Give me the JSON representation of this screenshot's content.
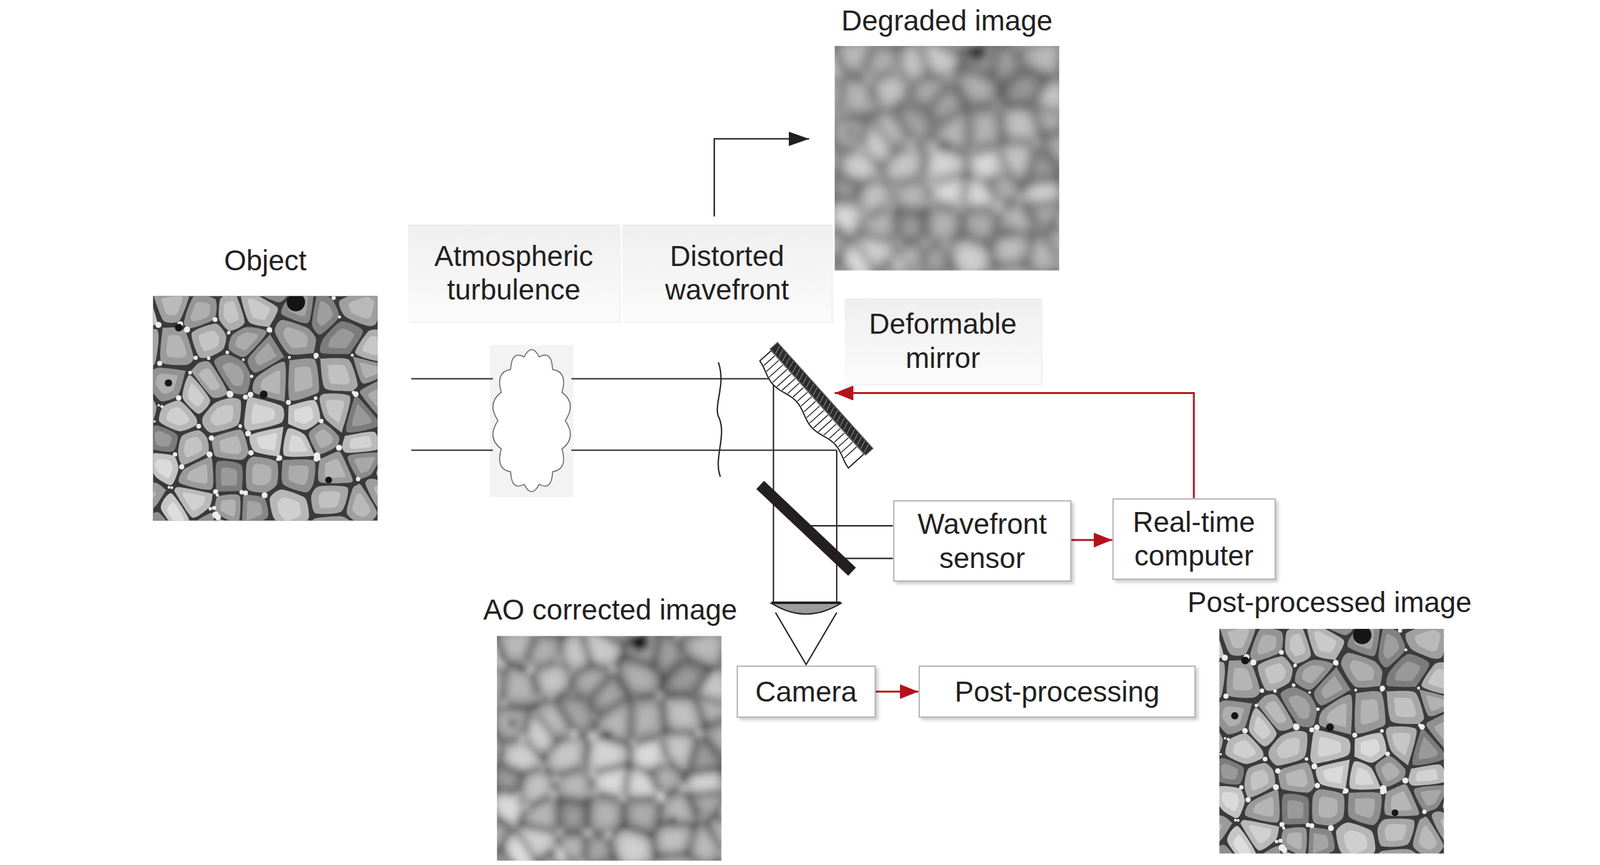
{
  "diagram": {
    "nodes": [
      {
        "text": [
          "Deformable mirror"
        ]
      },
      {
        "text": [
          "Wavefront sensor"
        ]
      },
      {
        "text": [
          "Real-time computer"
        ]
      },
      {
        "text": [
          "Camera"
        ]
      },
      {
        "text": [
          "Post-processing"
        ]
      }
    ],
    "edges": [
      {
        "from": 1,
        "to": 2,
        "arrow": "to"
      },
      {
        "from": 2,
        "to": 0,
        "arrow": "to"
      },
      {
        "from": 3,
        "to": 4,
        "arrow": "to"
      }
    ],
    "labels": [
      "Degraded image",
      "Atmospheric turbulence",
      "Distorted wavefront",
      "Object",
      "AO corrected image",
      "Post-processed image"
    ]
  }
}
